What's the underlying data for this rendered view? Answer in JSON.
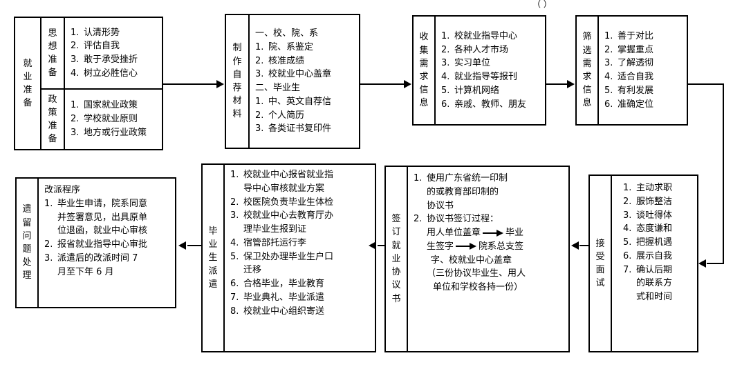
{
  "caption": "（  ）",
  "boxes": [
    {
      "id": "employment-preparation",
      "label": "就业准备",
      "label_vertical": "就\n业\n准\n备",
      "sections": [
        {
          "label_vertical": "思\n想\n准\n备",
          "items": [
            {
              "num": "1.",
              "text": "认清形势"
            },
            {
              "num": "2.",
              "text": "评估自我"
            },
            {
              "num": "3.",
              "text": "敢于承受挫折"
            },
            {
              "num": "4.",
              "text": "树立必胜信心"
            }
          ]
        },
        {
          "label_vertical": "政\n策\n准\n备",
          "items": [
            {
              "num": "1.",
              "text": "国家就业政策"
            },
            {
              "num": "2.",
              "text": "学校就业原则"
            },
            {
              "num": "3.",
              "text": "地方或行业政策"
            }
          ]
        }
      ]
    },
    {
      "id": "prepare-self-recommendation",
      "label": "制作自荐材料",
      "label_vertical": "制\n作\n自\n荐\n材\n料",
      "lines": [
        {
          "type": "plain",
          "text": "一、校、院、系"
        },
        {
          "type": "item",
          "num": "1.",
          "text": "院、系鉴定"
        },
        {
          "type": "item",
          "num": "2.",
          "text": "核准成绩"
        },
        {
          "type": "item",
          "num": "3.",
          "text": "校就业中心盖章"
        },
        {
          "type": "plain",
          "text": "二、毕业生"
        },
        {
          "type": "item",
          "num": "1.",
          "text": "中、英文自荐信"
        },
        {
          "type": "item",
          "num": "2.",
          "text": "个人简历"
        },
        {
          "type": "item",
          "num": "3.",
          "text": "各类证书复印件"
        }
      ]
    },
    {
      "id": "collect-demand-info",
      "label": "收集需求信息",
      "label_vertical": "收\n集\n需\n求\n信\n息",
      "lines": [
        {
          "type": "item",
          "num": "1.",
          "text": "校就业指导中心"
        },
        {
          "type": "item",
          "num": "2.",
          "text": "各种人才市场"
        },
        {
          "type": "item",
          "num": "3.",
          "text": "实习单位"
        },
        {
          "type": "item",
          "num": "4.",
          "text": "就业指导等报刊"
        },
        {
          "type": "item",
          "num": "5.",
          "text": "计算机网络"
        },
        {
          "type": "item",
          "num": "6.",
          "text": "亲戚、教师、朋友"
        }
      ]
    },
    {
      "id": "filter-demand-info",
      "label": "筛选需求信息",
      "label_vertical": "筛\n选\n需\n求\n信\n息",
      "lines": [
        {
          "type": "item",
          "num": "1.",
          "text": "善于对比"
        },
        {
          "type": "item",
          "num": "2.",
          "text": "掌握重点"
        },
        {
          "type": "item",
          "num": "3.",
          "text": "了解透彻"
        },
        {
          "type": "item",
          "num": "4.",
          "text": "适合自我"
        },
        {
          "type": "item",
          "num": "5.",
          "text": "有利发展"
        },
        {
          "type": "item",
          "num": "6.",
          "text": "准确定位"
        }
      ]
    },
    {
      "id": "accept-interview",
      "label": "接受面试",
      "label_vertical": "接\n受\n面\n试",
      "lines": [
        {
          "type": "item",
          "num": "1.",
          "text": "主动求职"
        },
        {
          "type": "item",
          "num": "2.",
          "text": "服饰整洁"
        },
        {
          "type": "item",
          "num": "3.",
          "text": "谈吐得体"
        },
        {
          "type": "item",
          "num": "4.",
          "text": "态度谦和"
        },
        {
          "type": "item",
          "num": "5.",
          "text": "把握机遇"
        },
        {
          "type": "item",
          "num": "6.",
          "text": "展示自我"
        },
        {
          "type": "item",
          "num": "7.",
          "text": "确认后期"
        },
        {
          "type": "cont",
          "text": "的联系方"
        },
        {
          "type": "cont",
          "text": "式和时间"
        }
      ]
    },
    {
      "id": "sign-employment-agreement",
      "label": "签订就业协议书",
      "label_vertical": "签\n订\n就\n业\n协\n议\n书",
      "lines": [
        {
          "type": "item",
          "num": "1.",
          "text": "使用广东省统一印制"
        },
        {
          "type": "cont",
          "text": "的或教育部印制的"
        },
        {
          "type": "cont",
          "text": "协议书"
        },
        {
          "type": "item",
          "num": "2.",
          "text": "协议书签订过程："
        },
        {
          "type": "arrow-line",
          "before": "用人单位盖章",
          "after": "毕业"
        },
        {
          "type": "arrow-line",
          "before": "生签字",
          "after": "院系总支签"
        },
        {
          "type": "cont",
          "text": "字、校就业中心盖章"
        },
        {
          "type": "cont",
          "text": "（三份协议毕业生、用人"
        },
        {
          "type": "cont",
          "text": "单位和学校各持一份）"
        }
      ]
    },
    {
      "id": "graduate-dispatch",
      "label": "毕业生派遣",
      "label_vertical": "毕\n业\n生\n派\n遣",
      "lines": [
        {
          "type": "item",
          "num": "1.",
          "text": "校就业中心报省就业指"
        },
        {
          "type": "cont",
          "text": "导中心审核就业方案"
        },
        {
          "type": "item",
          "num": "2.",
          "text": "校医院负责毕业生体检"
        },
        {
          "type": "item",
          "num": "3.",
          "text": "校就业中心去教育厅办"
        },
        {
          "type": "cont",
          "text": "理毕业生报到证"
        },
        {
          "type": "item",
          "num": "4.",
          "text": "宿管部托运行李"
        },
        {
          "type": "item",
          "num": "5.",
          "text": "保卫处办理毕业生户口"
        },
        {
          "type": "cont",
          "text": "迁移"
        },
        {
          "type": "item",
          "num": "6.",
          "text": "合格毕业，毕业教育"
        },
        {
          "type": "item",
          "num": "7.",
          "text": "毕业典礼、毕业派遣"
        },
        {
          "type": "item",
          "num": "8.",
          "text": "校就业中心组织寄送"
        }
      ]
    },
    {
      "id": "remaining-issues",
      "label": "遗留问题处理",
      "label_vertical": "遗\n留\n问\n题\n处\n理",
      "lines": [
        {
          "type": "plain",
          "text": "改派程序"
        },
        {
          "type": "item",
          "num": "1.",
          "text": "毕业生申请，院系同意"
        },
        {
          "type": "cont",
          "text": "并签署意见，出具原单"
        },
        {
          "type": "cont",
          "text": "位退函，就业中心审核"
        },
        {
          "type": "item",
          "num": "2.",
          "text": "报省就业指导中心审批"
        },
        {
          "type": "item",
          "num": "3.",
          "text": "派遣后的改派时间 7"
        },
        {
          "type": "cont",
          "text": "月至下年 6 月"
        }
      ]
    }
  ],
  "connectors": [
    {
      "name": "preparation-to-materials",
      "direction": "right"
    },
    {
      "name": "materials-to-collect",
      "direction": "right"
    },
    {
      "name": "collect-to-filter",
      "direction": "right"
    },
    {
      "name": "filter-to-interview",
      "direction": "down-left"
    },
    {
      "name": "interview-to-agreement",
      "direction": "left"
    },
    {
      "name": "agreement-to-dispatch",
      "direction": "left"
    },
    {
      "name": "dispatch-to-remaining",
      "direction": "left"
    }
  ]
}
